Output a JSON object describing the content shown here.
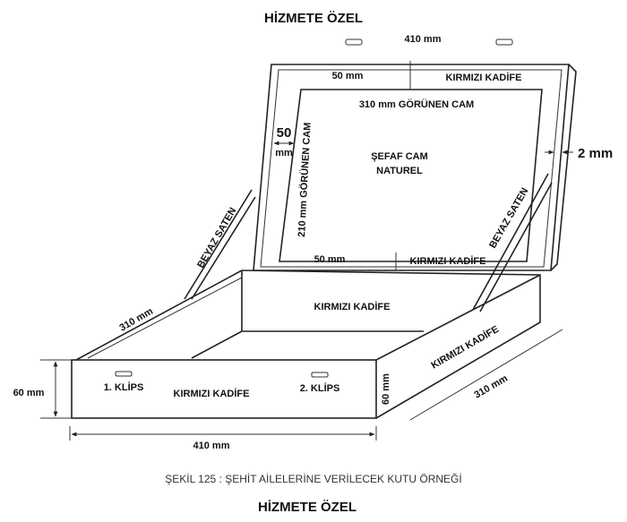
{
  "header": {
    "title": "HİZMETE ÖZEL"
  },
  "footer": {
    "caption": "ŞEKİL 125 : ŞEHİT AİLELERİNE VERİLECEK KUTU ÖRNEĞİ",
    "title": "HİZMETE ÖZEL"
  },
  "lid": {
    "width_label": "410 mm",
    "top_margin_label": "50 mm",
    "top_fabric_label": "KIRMIZI KADİFE",
    "glass_width_label": "310 mm GÖRÜNEN CAM",
    "side_margin_value": "50",
    "side_margin_unit": "mm",
    "glass_height_label": "210 mm GÖRÜNEN CAM",
    "glass_line1": "ŞEFAF CAM",
    "glass_line2": "NATUREL",
    "thickness_label": "2 mm",
    "bottom_margin_label": "50 mm",
    "bottom_fabric_label": "KIRMIZI KADİFE",
    "left_strap_label": "BEYAZ SATEN",
    "right_strap_label": "BEYAZ SATEN"
  },
  "box": {
    "back_fabric_label": "KIRMIZI KADİFE",
    "left_depth_label": "310 mm",
    "right_fabric_label": "KIRMIZI KADİFE",
    "right_depth_label": "310 mm",
    "clip1_label": "1. KLİPS",
    "clip2_label": "2. KLİPS",
    "front_fabric_label": "KIRMIZI KADİFE",
    "front_height_label": "60 mm",
    "height_label": "60 mm",
    "width_label": "410 mm"
  }
}
